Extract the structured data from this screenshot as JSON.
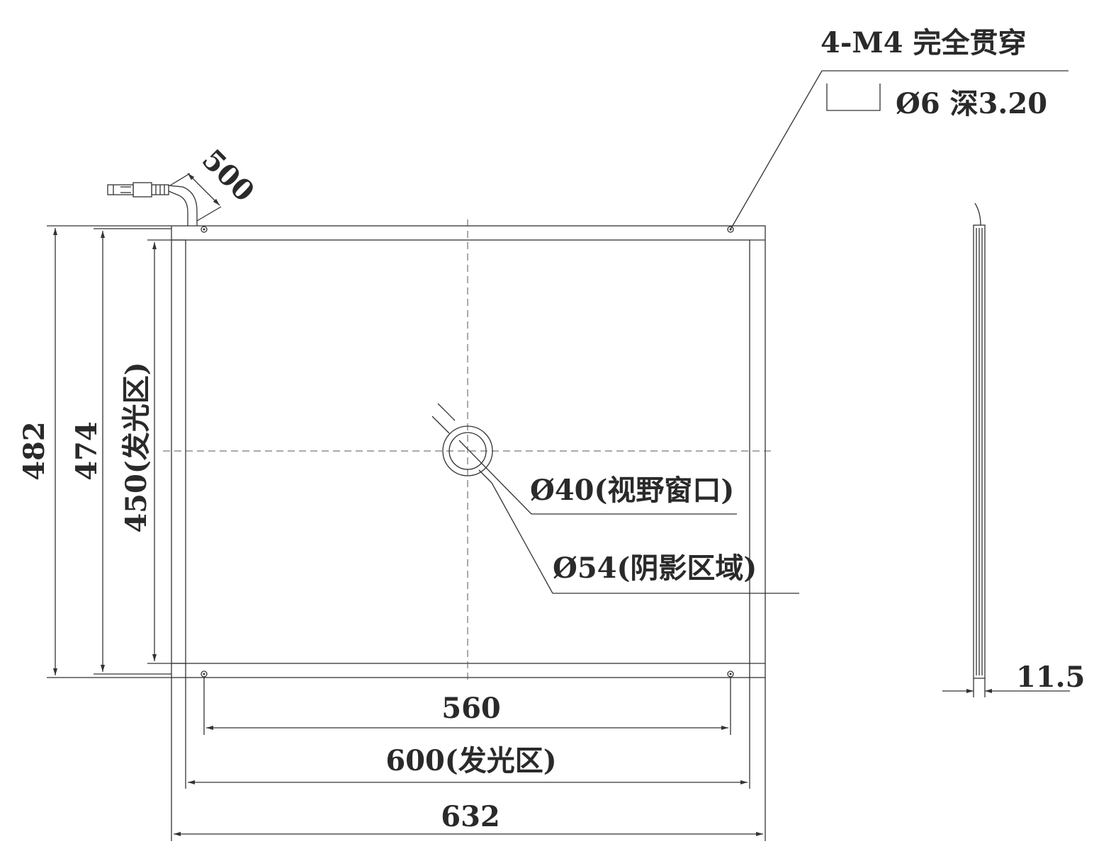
{
  "title": "",
  "hole_spec": {
    "line1": "4-M4 完全贯穿",
    "line2": "Ø6 深3.20"
  },
  "dimensions": {
    "cable_length": "500",
    "outer_height": "482",
    "inner_height": "474",
    "emitting_height": "450(发光区)",
    "hole_spacing": "560",
    "emitting_width": "600(发光区)",
    "outer_width": "632",
    "thickness": "11.5"
  },
  "window_labels": {
    "view_window": "Ø40(视野窗口)",
    "shadow_area": "Ø54(阴影区域)"
  },
  "colors": {
    "line": "#333333",
    "text": "#2a2a2a",
    "background": "#ffffff"
  }
}
